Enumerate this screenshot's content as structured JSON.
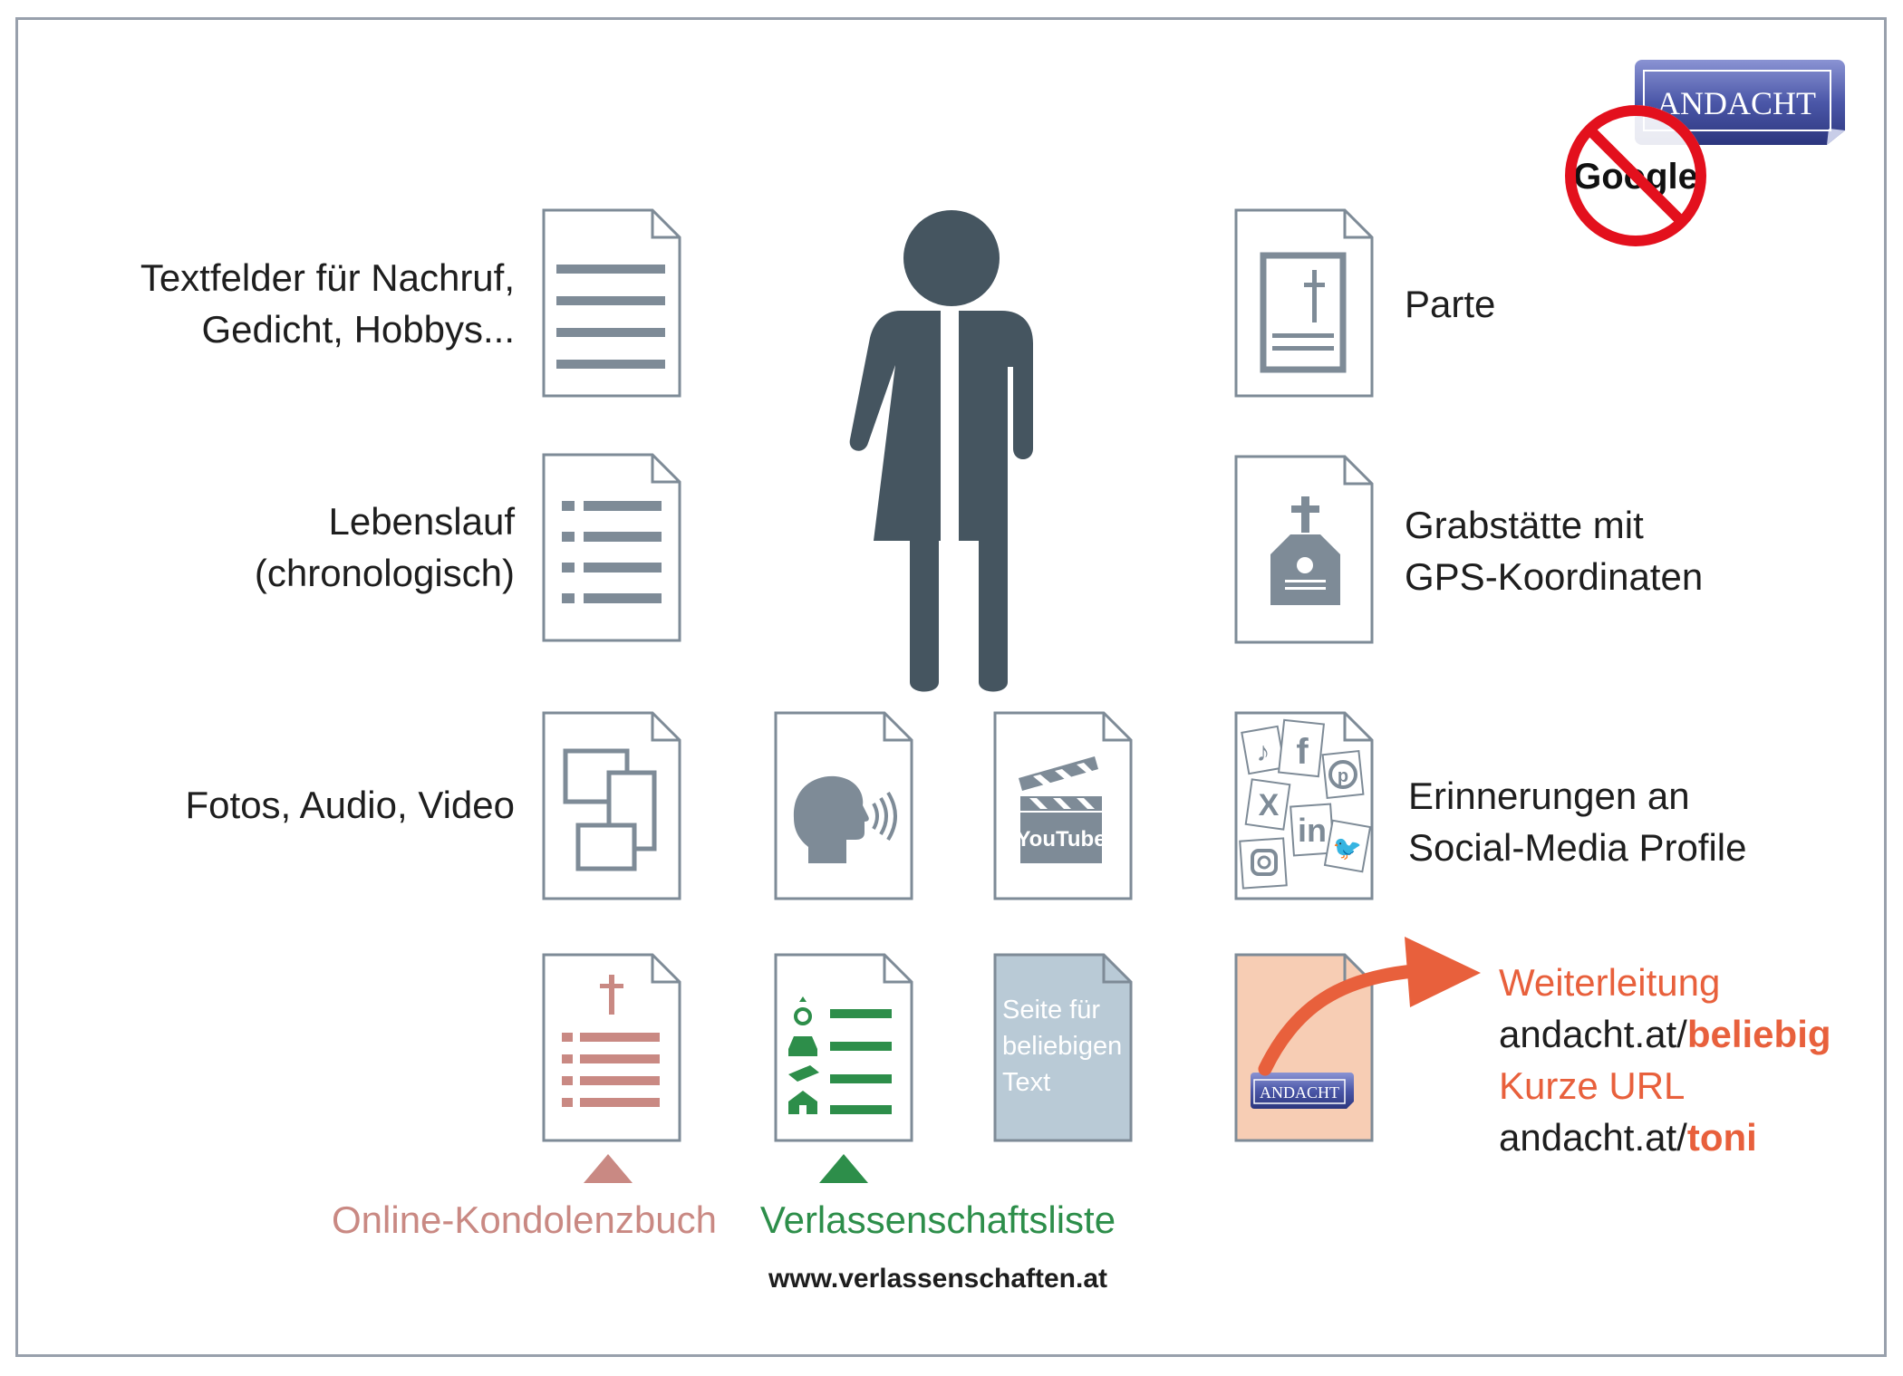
{
  "left_labels": {
    "textfields_line1": "Textfelder für Nachruf,",
    "textfields_line2": "Gedicht, Hobbys...",
    "cv_line1": "Lebenslauf",
    "cv_line2": "(chronologisch)",
    "media": "Fotos, Audio, Video"
  },
  "right_labels": {
    "parte": "Parte",
    "grave_line1": "Grabstätte mit",
    "grave_line2": "GPS-Koordinaten",
    "social_line1": "Erinnerungen an",
    "social_line2": "Social-Media Profile"
  },
  "redirect": {
    "heading": "Weiterleitung",
    "url1_prefix": "andacht.at/",
    "url1_highlight": "beliebig",
    "short_url_heading": "Kurze URL",
    "url2_prefix": "andacht.at/",
    "url2_highlight": "toni"
  },
  "free_text_doc": {
    "line1": "Seite für",
    "line2": "beliebigen",
    "line3": "Text"
  },
  "bottom_labels": {
    "condolence": "Online-Kondolenzbuch",
    "estate": "Verlassenschaftsliste",
    "estate_url": "www.verlassenschaften.at"
  },
  "brand": {
    "logo_text": "ANDACHT",
    "google_text": "Google"
  },
  "colors": {
    "icon_gray": "#7e8b97",
    "person": "#455560",
    "orange": "#e8603c",
    "condolence": "#c98983",
    "estate_green": "#2d8e4a",
    "free_text_fill": "#b9cad6",
    "andacht_fill": "#f7cdb4",
    "logo_blue": "#4b57a8",
    "prohibited_red": "#e3101d"
  },
  "icons": [
    "text-document-icon",
    "list-document-icon",
    "person-icon",
    "parte-document-icon",
    "grave-document-icon",
    "photos-document-icon",
    "speaking-head-document-icon",
    "youtube-document-icon",
    "social-media-document-icon",
    "condolence-document-icon",
    "estate-list-document-icon",
    "free-text-document-icon",
    "andacht-document-icon",
    "redirect-arrow-icon",
    "no-google-icon"
  ]
}
